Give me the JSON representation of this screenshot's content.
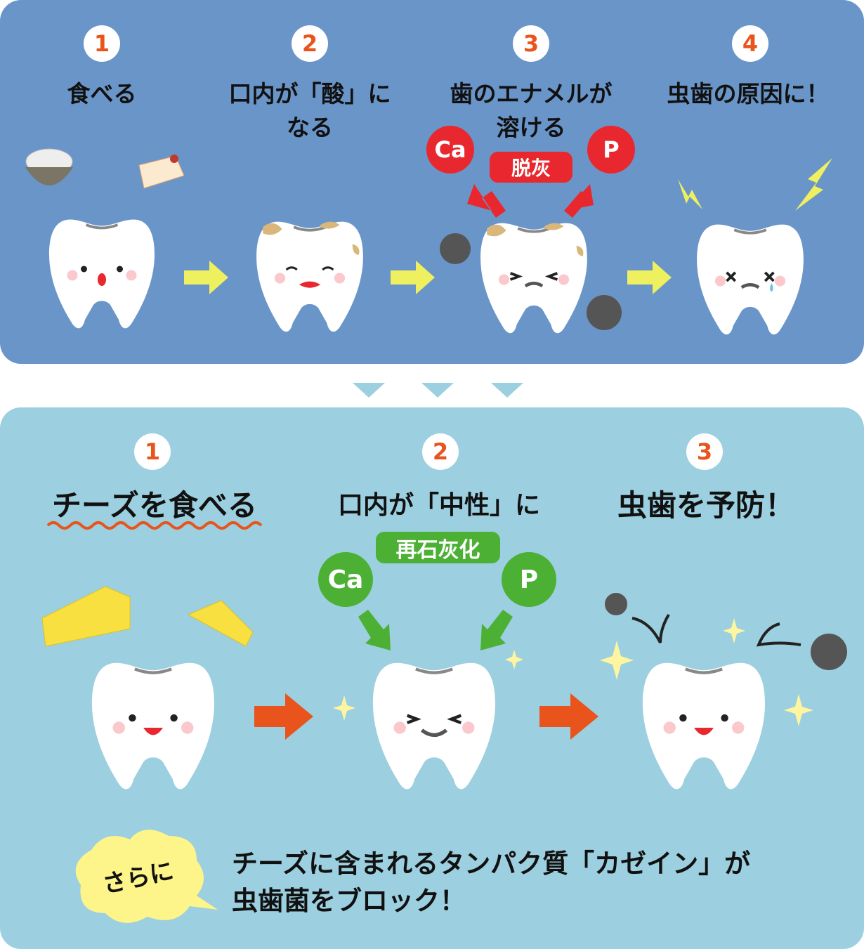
{
  "colors": {
    "top_bg": "#6a95c8",
    "bottom_bg": "#9ccfdf",
    "orange": "#e8541c",
    "red": "#e8282e",
    "green": "#4cb034",
    "yellow": "#eef060"
  },
  "before": {
    "steps": [
      {
        "num": "1",
        "label": "食べる"
      },
      {
        "num": "2",
        "label": "口内が「酸」に",
        "label2": "なる"
      },
      {
        "num": "3",
        "label": "歯のエナメルが",
        "label2": "溶ける"
      },
      {
        "num": "4",
        "label": "虫歯の原因に！"
      }
    ],
    "ca": "Ca",
    "p": "P",
    "badge": "脱灰"
  },
  "after": {
    "steps": [
      {
        "num": "1",
        "label": "チーズを食べる"
      },
      {
        "num": "2",
        "label": "口内が「中性」に"
      },
      {
        "num": "3",
        "label": "虫歯を予防！"
      }
    ],
    "ca": "Ca",
    "p": "P",
    "badge": "再石灰化"
  },
  "note": {
    "bubble": "さらに",
    "line1": "チーズに含まれるタンパク質「カゼイン」が",
    "line2": "虫歯菌をブロック！"
  }
}
